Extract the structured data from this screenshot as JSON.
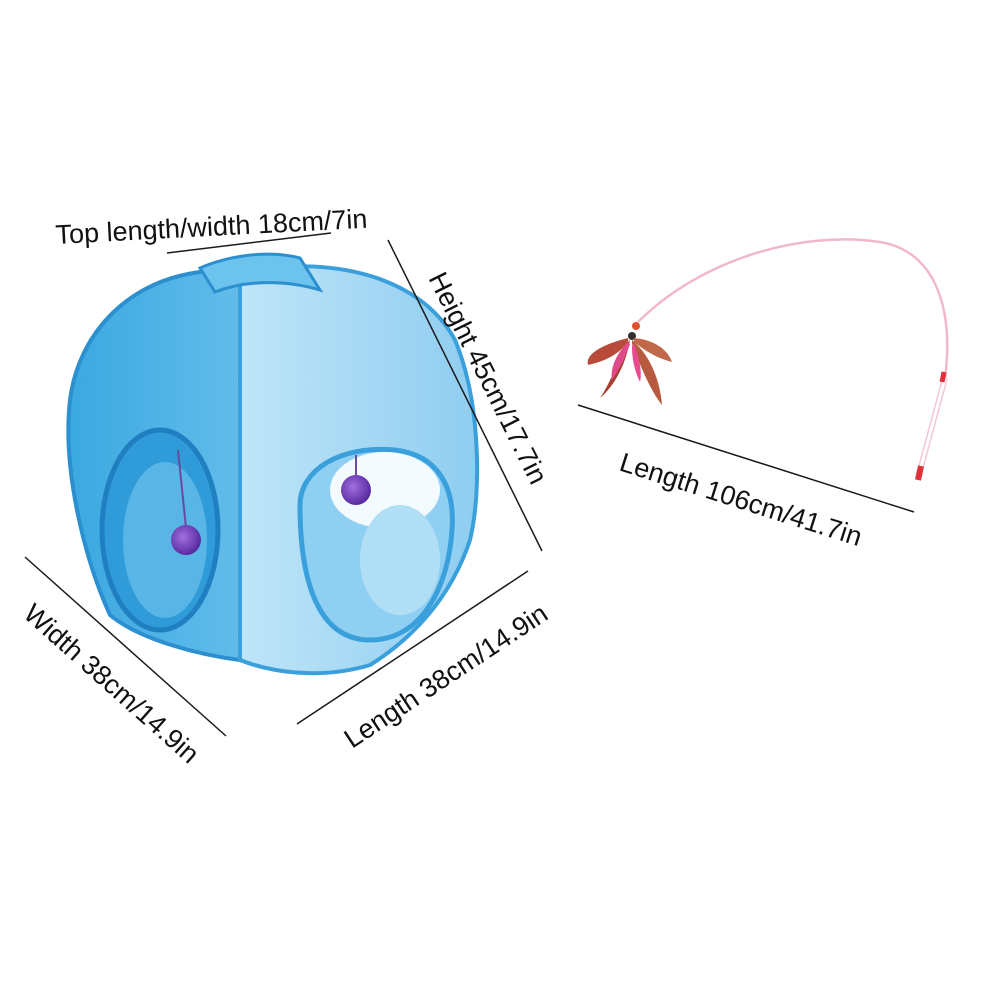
{
  "labels": {
    "top_length_width": "Top length/width 18cm/7in",
    "height": "Height  45cm/17.7in",
    "width": "Width 38cm/14.9in",
    "length_tent": "Length 38cm/14.9in",
    "length_wand": "Length 106cm/41.7in"
  },
  "colors": {
    "tent_dark": "#3aa8e0",
    "tent_light": "#9fd6f3",
    "tent_rim": "#2b8fd0",
    "ball": "#7a43c4",
    "feather": "#b84a3a",
    "feather_pink": "#e04a8a",
    "wand": "#f0b8c8",
    "handle_tip": "#e0303a"
  },
  "products": {
    "tent": "tent-icon",
    "wand": "feather-wand-icon"
  }
}
